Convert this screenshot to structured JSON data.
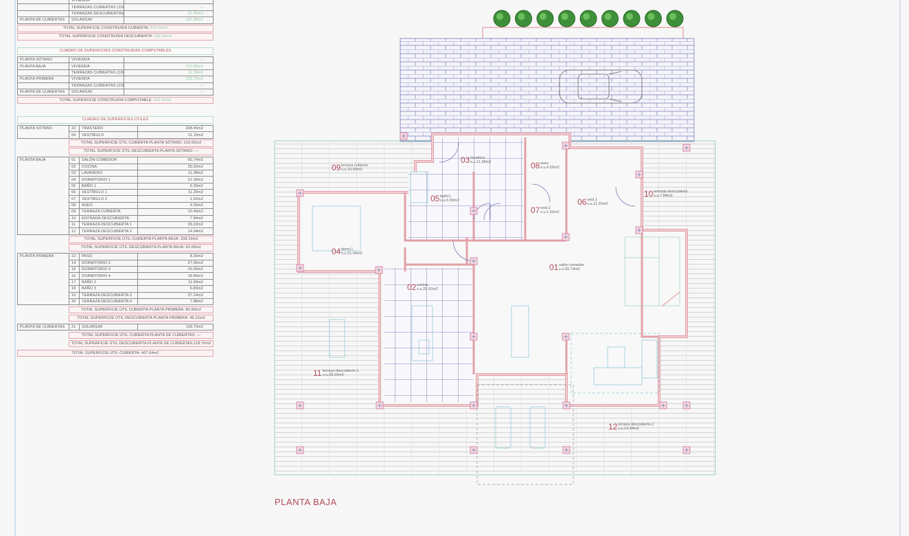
{
  "built_table": {
    "rows": [
      {
        "floor": "",
        "use": "VIVIENDA",
        "area": ""
      },
      {
        "floor": "",
        "use": "TERRAZAS CUBIERTAS (100%)",
        "area": "—"
      },
      {
        "floor": "",
        "use": "TERRAZAS DESCUBIERTAS (100%)",
        "area": "51.45m2"
      },
      {
        "floor": "PLANTA DE CUBIERTAS",
        "use": "SOLARIUM",
        "area": "137.35m2"
      }
    ],
    "totals": [
      {
        "label": "TOTAL SUPERFICIE CONSTRUIDA CUBIERTA:",
        "value": "574.10m2"
      },
      {
        "label": "TOTAL SUPERFICIE CONSTRUIDA DESCUBIERTA:",
        "value": "255.30m2"
      }
    ]
  },
  "computable_table": {
    "title": "CUADRO DE SUPERFICIES CONSTRUIDAS COMPUTABLES",
    "rows": [
      {
        "floor": "PLANTA SÓTANO",
        "use": "VIVIENDA",
        "area": "—"
      },
      {
        "floor": "PLANTA BAJA",
        "use": "VIVIENDA",
        "area": "176.05m2"
      },
      {
        "floor": "",
        "use": "TERRAZAS CUBIERTAS (100%)",
        "area": "11.20m2"
      },
      {
        "floor": "PLANTA PRIMERA",
        "use": "VIVIENDA",
        "area": "135.75m2"
      },
      {
        "floor": "",
        "use": "TERRAZAS CUBIERTAS (100%)",
        "area": "—"
      },
      {
        "floor": "PLANTA DE CUBIERTAS",
        "use": "SOLARIUM",
        "area": "—"
      }
    ],
    "totals": [
      {
        "label": "TOTAL SUPERFICIE CONSTRUIDA COMPUTABLE:",
        "value": "323.00m2"
      }
    ]
  },
  "useful_table": {
    "title": "CUADRO DE SUPERFICIES ÚTILES",
    "groups": [
      {
        "floor": "PLANTA SÓTANO",
        "items": [
          {
            "num": "22",
            "name": "TRASTERO",
            "area": "208.45m2"
          },
          {
            "num": "00",
            "name": "VESTÍBULO",
            "area": "11.15m2"
          }
        ],
        "totals": [
          "TOTAL SUPERFICIE ÚTIL CUBIERTA PLANTA SÓTANO:   219.60m2",
          "TOTAL SUPERFICIE ÚTIL DESCUBIERTA PLANTA SÓTANO:   —"
        ]
      },
      {
        "floor": "PLANTA BAJA",
        "items": [
          {
            "num": "01",
            "name": "SALÓN-COMEDOR",
            "area": "65.74m2"
          },
          {
            "num": "02",
            "name": "COCINA",
            "area": "25.92m2"
          },
          {
            "num": "03",
            "name": "LAVADERO",
            "area": "11.38m2"
          },
          {
            "num": "04",
            "name": "DORMITORIO 1",
            "area": "21.09m2"
          },
          {
            "num": "05",
            "name": "BAÑO 1",
            "area": "6.30m2"
          },
          {
            "num": "06",
            "name": "VESTÍBULO 1",
            "area": "11.29m2"
          },
          {
            "num": "07",
            "name": "VESTÍBULO 2",
            "area": "1.52m2"
          },
          {
            "num": "08",
            "name": "ASEO",
            "area": "4.50m2"
          },
          {
            "num": "09",
            "name": "TERRAZA CUBIERTA",
            "area": "10.40m2"
          },
          {
            "num": "10",
            "name": "ENTRADA DESCUBIERTA",
            "area": "7.84m2"
          },
          {
            "num": "11",
            "name": "TERRAZA DESCUBIERTA 1",
            "area": "39.22m2"
          },
          {
            "num": "12",
            "name": "TERRAZA DESCUBIERTA 2",
            "area": "14.94m2"
          }
        ],
        "totals": [
          "TOTAL SUPERFICIE ÚTIL CUBIERTA PLANTA BAJA:   158.14m2",
          "TOTAL SUPERFICIE ÚTIL DESCUBIERTA PLANTA BAJA:   62.00m2"
        ]
      },
      {
        "floor": "PLANTA PRIMERA",
        "items": [
          {
            "num": "13",
            "name": "PASO",
            "area": "8.36m2"
          },
          {
            "num": "14",
            "name": "DORMITORIO 2",
            "area": "27.95m2"
          },
          {
            "num": "15",
            "name": "DORMITORIO 3",
            "area": "16.06m2"
          },
          {
            "num": "16",
            "name": "DORMITORIO 4",
            "area": "18.80m2"
          },
          {
            "num": "17",
            "name": "BAÑO 2",
            "area": "11.90m2"
          },
          {
            "num": "18",
            "name": "BAÑO 3",
            "area": "6.83m2"
          },
          {
            "num": "19",
            "name": "TERRAZA DESCUBIERTA 3",
            "area": "37.24m2"
          },
          {
            "num": "20",
            "name": "TERRAZA DESCUBIERTA 4",
            "area": "7.88m2"
          }
        ],
        "totals": [
          "TOTAL SUPERFICIE ÚTIL CUBIERTA PLANTA PRIMERA:   89.90m2",
          "TOTAL SUPERFICIE ÚTIL DESCUBIERTA PLANTA PRIMERA:   45.12m2"
        ]
      },
      {
        "floor": "PLANTA DE CUBIERTAS",
        "items": [
          {
            "num": "21",
            "name": "SOLARIUM",
            "area": "118.70m2"
          }
        ],
        "totals": [
          "TOTAL SUPERFICIE ÚTIL CUBIERTA PLANTA DE CUBIERTAS:   —",
          "TOTAL SUPERFICIE ÚTIL DESCUBIERTA PLANTA DE CUBIERTAS:118.70m2"
        ]
      }
    ],
    "grand_total": "TOTAL SUPERFICIE ÚTIL CUBIERTA:  467.64m2"
  },
  "plan": {
    "title": "PLANTA BAJA",
    "rooms": [
      {
        "num": "09",
        "name": "terraza cubierta",
        "area": "s.u.10.40m2"
      },
      {
        "num": "03",
        "name": "lavadero",
        "area": "s.u.11.38m2"
      },
      {
        "num": "08",
        "name": "aseo",
        "area": "s.u.4.50m2"
      },
      {
        "num": "05",
        "name": "baño1",
        "area": "s.u.6.30m2"
      },
      {
        "num": "07",
        "name": "vest.2",
        "area": "s.u.1.52m2"
      },
      {
        "num": "06",
        "name": "vest.1",
        "area": "s.u.11.29m2"
      },
      {
        "num": "10",
        "name": "entrada descubierta",
        "area": "s.u.7.84m2"
      },
      {
        "num": "04",
        "name": "dorm.1",
        "area": "s.u.21.09m2"
      },
      {
        "num": "01",
        "name": "salón-comedor",
        "area": "s.u.65.74m2"
      },
      {
        "num": "02",
        "name": "cocina",
        "area": "s.u.25.92m2"
      },
      {
        "num": "11",
        "name": "terraza descubierto 1",
        "area": "s.u.39.22m2"
      },
      {
        "num": "12",
        "name": "terraza descubierta 2",
        "area": "s.u.14.94m2"
      }
    ]
  },
  "colors": {
    "wall": "#e3a0a8",
    "label": "#b04a58",
    "value_green": "#8cc79c",
    "tile": "#6c6cb0",
    "furniture": "#9fd0dc"
  }
}
